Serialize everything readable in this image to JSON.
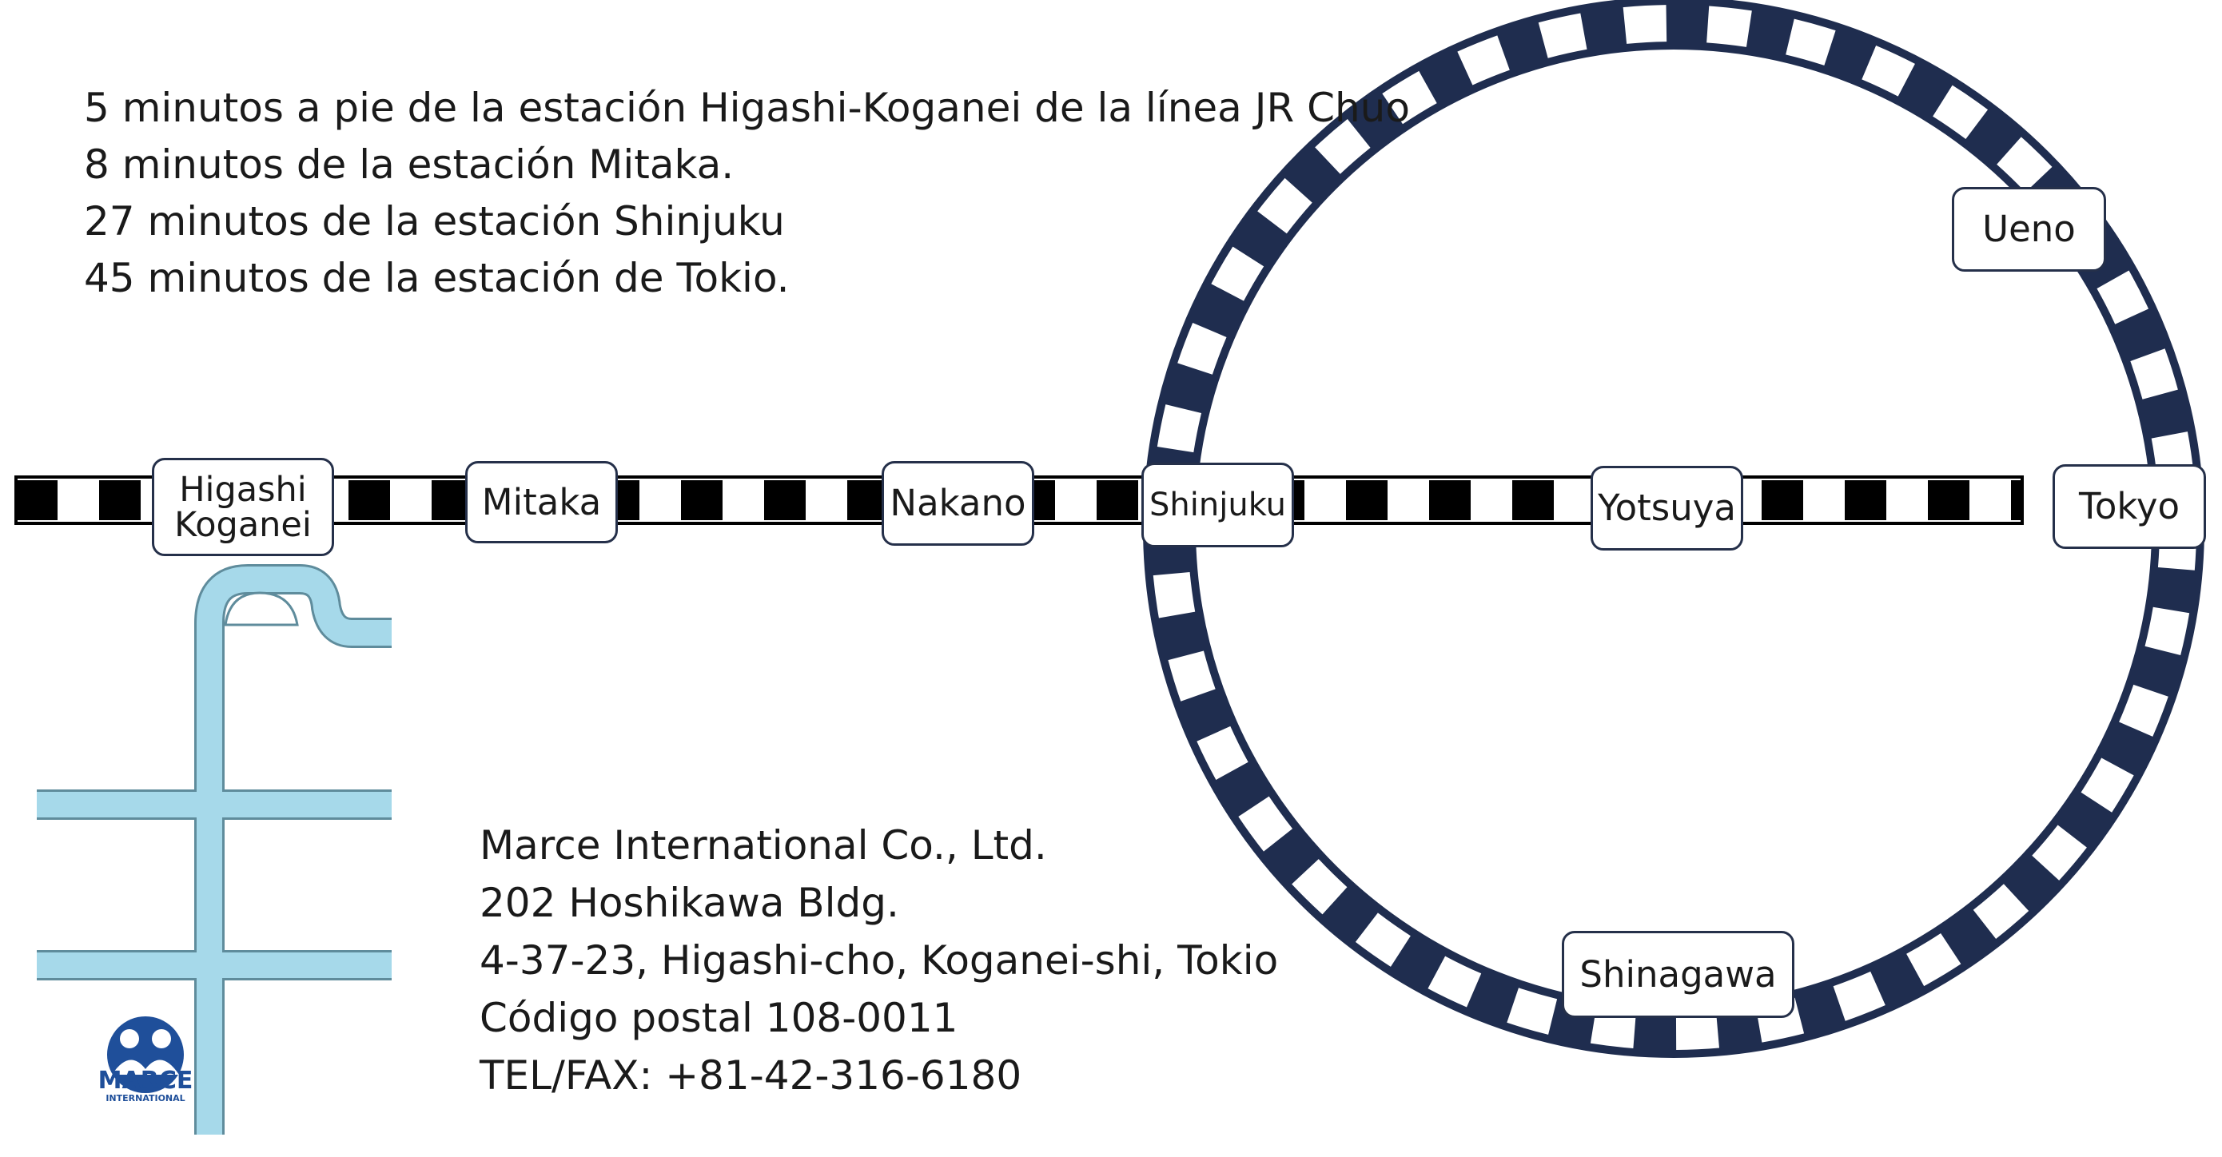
{
  "access_info": [
    "5 minutos a pie de la estación Higashi-Koganei de la línea JR Chuo",
    "8 minutos de la estación Mitaka.",
    "27 minutos de la estación Shinjuku",
    "45 minutos de la estación de Tokio."
  ],
  "address": [
    "Marce International Co., Ltd.",
    "202 Hoshikawa Bldg.",
    "4-37-23, Higashi-cho, Koganei-shi, Tokio",
    "Código postal 108-0011",
    "TEL/FAX: +81-42-316-6180"
  ],
  "stations": {
    "higashi_koganei": "Higashi\nKoganei",
    "mitaka": "Mitaka",
    "nakano": "Nakano",
    "shinjuku": "Shinjuku",
    "yotsuya": "Yotsuya",
    "tokyo": "Tokyo",
    "ueno": "Ueno",
    "shinagawa": "Shinagawa"
  },
  "logo": {
    "name": "MARCE",
    "sub": "INTERNATIONAL"
  },
  "colors": {
    "chuo_line": "#000000",
    "yamanote_line": "#1f2d4f",
    "street": "#a6d9ea",
    "street_outline": "#5f8c9c",
    "station_border": "#25304a"
  }
}
